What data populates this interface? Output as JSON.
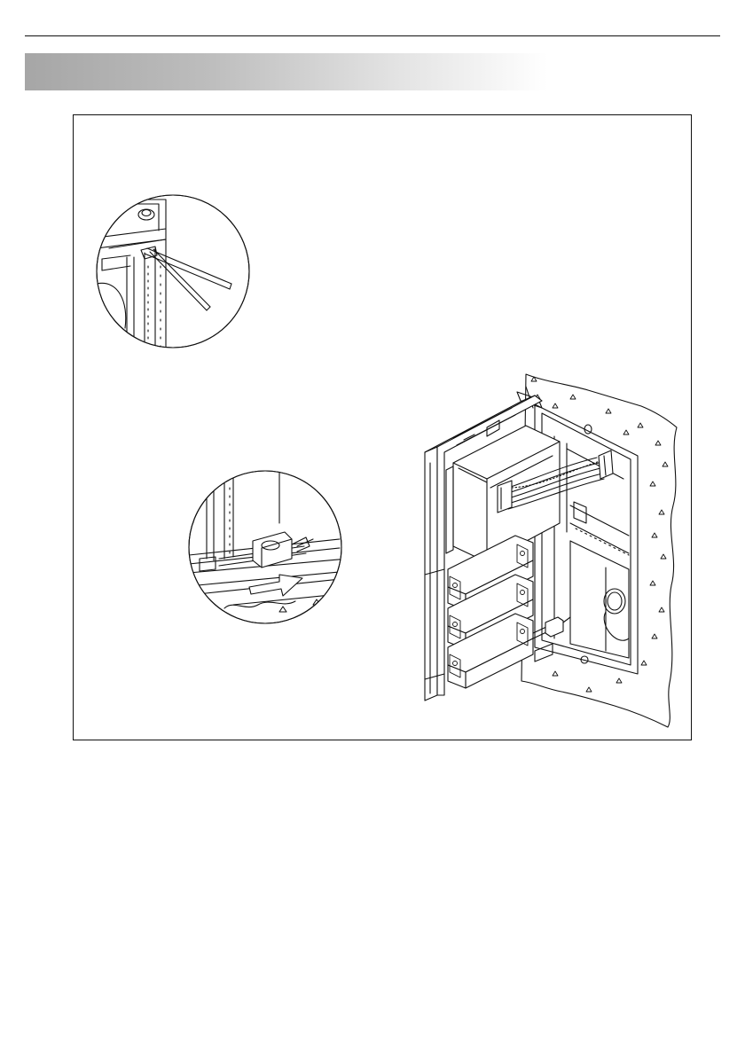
{
  "page": {
    "header_band_text": "",
    "figure": {
      "detail_top": {
        "icon": "allen-key-detail-illustration"
      },
      "detail_bottom": {
        "icon": "cable-clip-insertion-illustration",
        "arrow_icon": "push-arrow-icon"
      },
      "main": {
        "icon": "door-entry-panel-in-flush-box-illustration",
        "module_count": 5
      }
    }
  }
}
